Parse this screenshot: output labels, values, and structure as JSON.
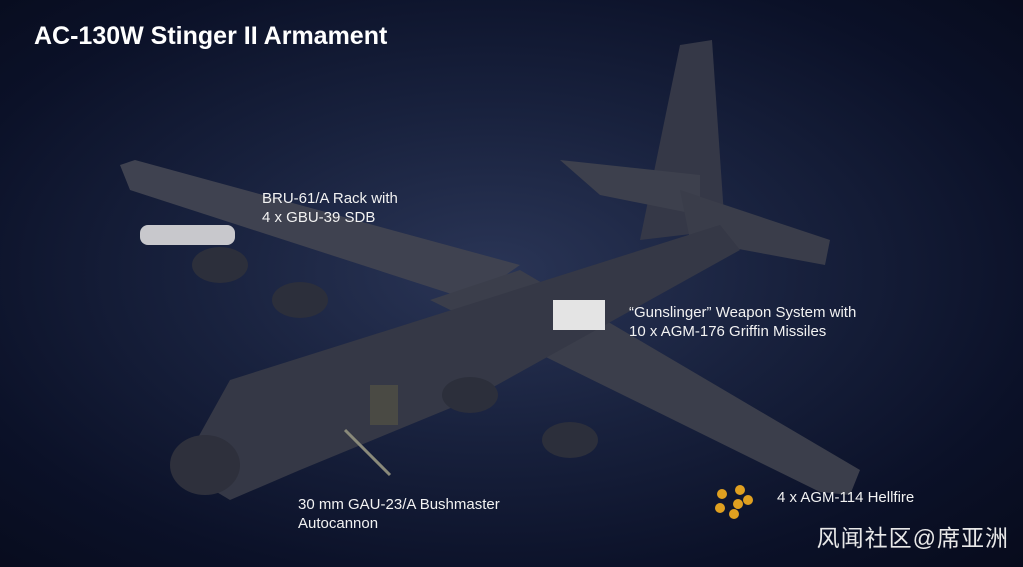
{
  "title": "AC-130W Stinger II Armament",
  "labels": {
    "bru_line1": "BRU-61/A Rack with",
    "bru_line2": "4 x GBU-39 SDB",
    "gunslinger_line1": "“Gunslinger” Weapon System with",
    "gunslinger_line2": "10 x AGM-176 Griffin Missiles",
    "cannon_line1": "30 mm GAU-23/A Bushmaster",
    "cannon_line2": "Autocannon",
    "hellfire": "4 x AGM-114 Hellfire"
  },
  "watermark": "风闻社区@席亚洲",
  "colors": {
    "airframe": "#3a3d4a",
    "background": "#101832"
  }
}
